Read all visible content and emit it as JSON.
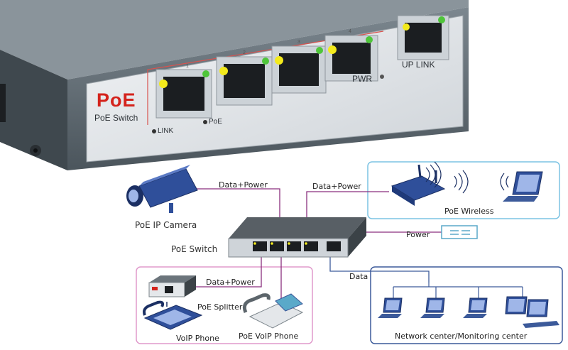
{
  "device": {
    "brand": "PoE",
    "model": "PoE Switch",
    "port_numbers": [
      "1",
      "2",
      "3",
      "4"
    ],
    "led_link": "LINK",
    "led_poe": "PoE",
    "pwr": "PWR",
    "uplink": "UP LINK"
  },
  "diagram": {
    "switch_label": "PoE Switch",
    "camera_label": "PoE IP Camera",
    "wireless_label": "PoE Wireless",
    "splitter_label": "PoE  Splitter",
    "voip_phone_label": "VoIP Phone",
    "poe_voip_phone_label": "PoE VoIP Phone",
    "network_label": "Network center/Monitoring center",
    "link_camera": "Data+Power",
    "link_wireless": "Data+Power",
    "link_splitter": "Data+Power",
    "link_power": "Power",
    "link_data": "Data"
  },
  "colors": {
    "chassis": "#5f6a72",
    "panel": "#dee2e6",
    "brand_red": "#d4231c",
    "led_yellow": "#f3ea1c",
    "led_green": "#4fc53a",
    "line_purple": "#8a2f7e",
    "box_blue": "#7cc3e3",
    "box_pink": "#e09acb",
    "box_navy": "#3c5a9a"
  }
}
